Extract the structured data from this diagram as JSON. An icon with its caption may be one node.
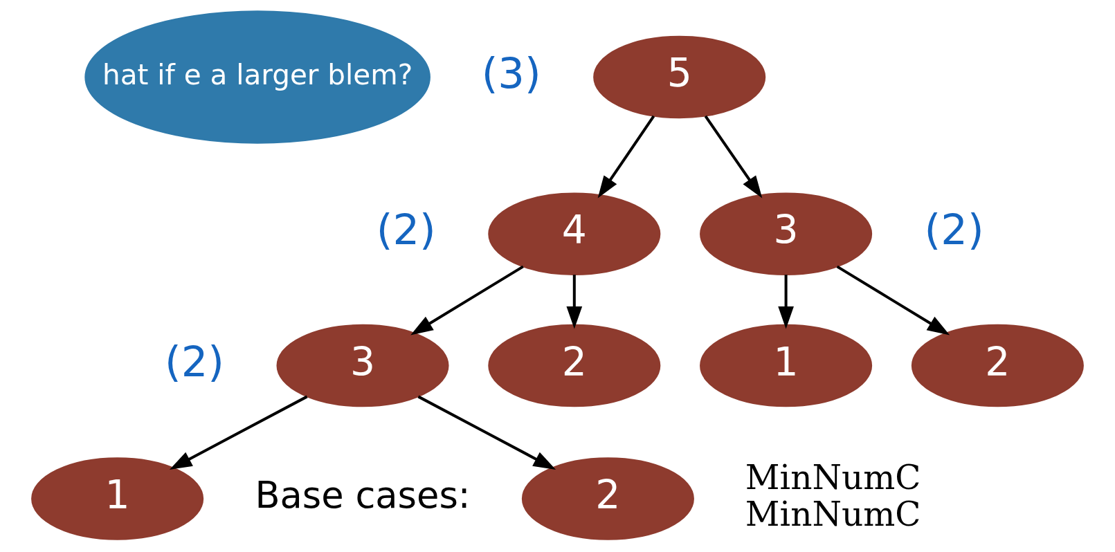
{
  "diagram": {
    "nodes": [
      {
        "text": [
          "hat if e a larger blem?"
        ]
      },
      {
        "text": [
          "5"
        ],
        "beside": [
          "(3)"
        ]
      },
      {
        "text": [
          "4"
        ],
        "beside": [
          "(2)"
        ]
      },
      {
        "text": [
          "3"
        ],
        "beside": [
          "(2)"
        ]
      },
      {
        "text": [
          "3"
        ],
        "beside": [
          "(2)"
        ]
      },
      {
        "text": [
          "2"
        ]
      },
      {
        "text": [
          "2"
        ]
      },
      {
        "text": [
          "1"
        ]
      },
      {
        "text": [
          "2"
        ]
      },
      {
        "text": [
          "1"
        ]
      }
    ],
    "edges": [
      {
        "from": 1,
        "to": 2,
        "arrow": "to"
      },
      {
        "from": 1,
        "to": 3,
        "arrow": "to"
      },
      {
        "from": 2,
        "to": 4,
        "arrow": "to"
      },
      {
        "from": 2,
        "to": 5,
        "arrow": "to"
      },
      {
        "from": 3,
        "to": 6,
        "arrow": "to"
      },
      {
        "from": 3,
        "to": 7,
        "arrow": "to"
      },
      {
        "from": 4,
        "to": 8,
        "arrow": "to"
      },
      {
        "from": 4,
        "to": 9,
        "arrow": "to"
      }
    ],
    "labels": [
      "Base cases:",
      "MinNumC",
      "MinNumC"
    ]
  }
}
